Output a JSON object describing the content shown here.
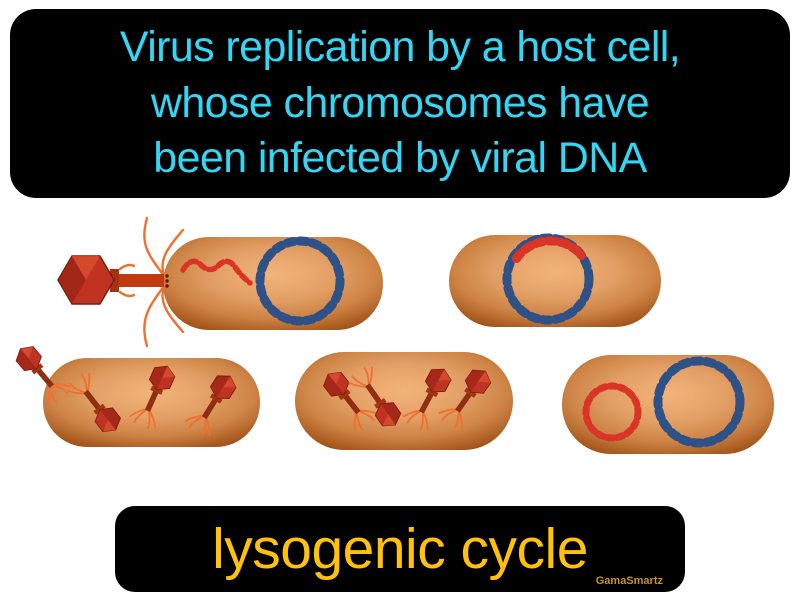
{
  "page": {
    "background": "#ffffff"
  },
  "definition_box": {
    "background": "#000000",
    "text_color": "#33d6f3",
    "lines": [
      "Virus replication by a host cell,",
      "whose chromosomes have",
      "been infected by viral DNA"
    ]
  },
  "illustration": {
    "colors": {
      "bacterium_body": "#e3a066",
      "bacterium_edge": "#9e5118",
      "bacterial_dna_blue": "#2e5287",
      "viral_dna_red": "#d93425",
      "phage_head": "#c03322",
      "phage_tail": "#b5441a",
      "phage_fibers": "#f07030"
    },
    "panels": [
      {
        "name": "phage-attaching-and-injecting-dna"
      },
      {
        "name": "viral-dna-integrated-into-chromosome"
      },
      {
        "name": "cell-with-phage-escaping"
      },
      {
        "name": "cell-with-assembled-phages"
      },
      {
        "name": "cell-with-separate-viral-and-bacterial-dna"
      }
    ]
  },
  "title_box": {
    "background": "#000000",
    "text_color": "#ffc10a",
    "label": "lysogenic cycle",
    "watermark": "GamaSmartz"
  }
}
